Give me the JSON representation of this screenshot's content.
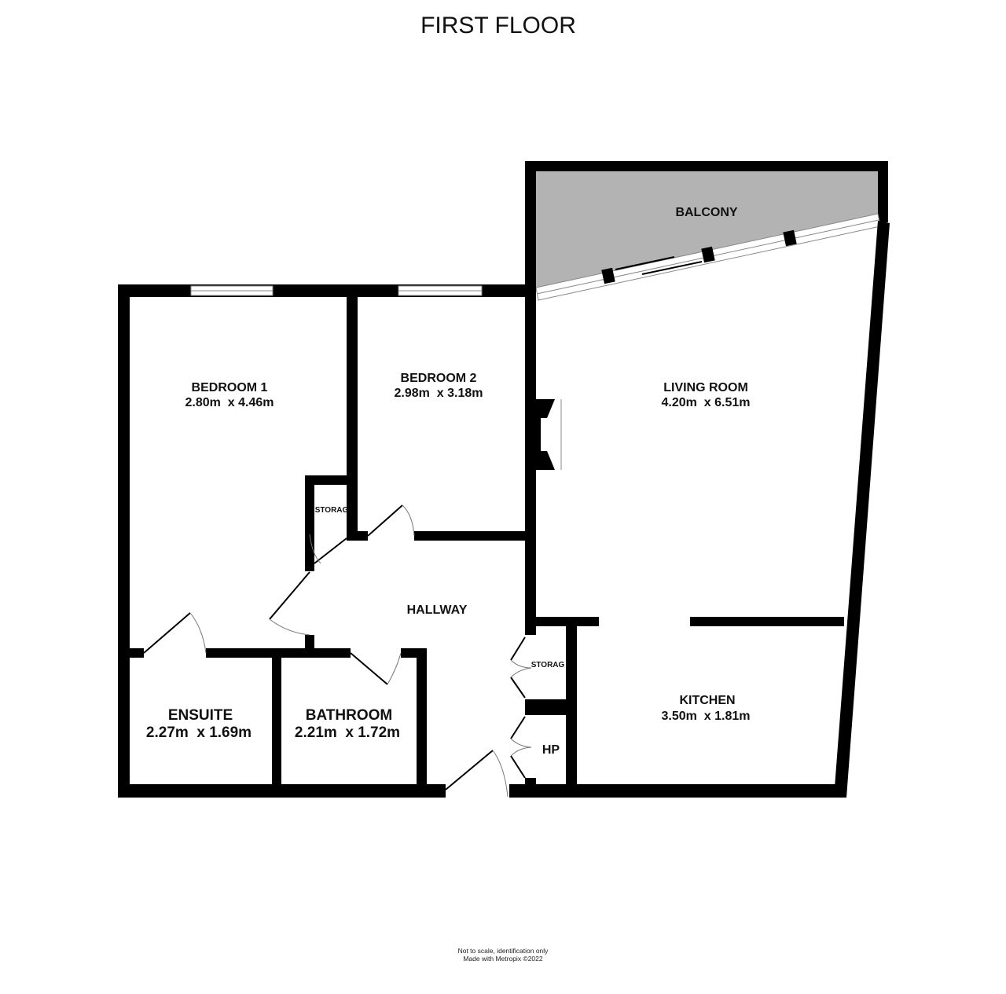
{
  "title": "FIRST FLOOR",
  "colors": {
    "wall": "#000000",
    "balcony": "#b3b3b3",
    "background": "#ffffff"
  },
  "rooms": {
    "balcony": {
      "name": "BALCONY"
    },
    "bedroom1": {
      "name": "BEDROOM 1",
      "size": "2.80m  x 4.46m"
    },
    "bedroom2": {
      "name": "BEDROOM 2",
      "size": "2.98m  x 3.18m"
    },
    "living": {
      "name": "LIVING ROOM",
      "size": "4.20m  x 6.51m"
    },
    "storage1": {
      "name": "STORAG"
    },
    "hallway": {
      "name": "HALLWAY"
    },
    "storage2": {
      "name": "STORAG"
    },
    "hp": {
      "name": "HP"
    },
    "kitchen": {
      "name": "KITCHEN",
      "size": "3.50m  x 1.81m"
    },
    "ensuite": {
      "name": "ENSUITE",
      "size": "2.27m  x 1.69m"
    },
    "bathroom": {
      "name": "BATHROOM",
      "size": "2.21m  x 1.72m"
    }
  },
  "footer": {
    "line1": "Not to scale, identification only",
    "line2": "Made with Metropix ©2022"
  }
}
